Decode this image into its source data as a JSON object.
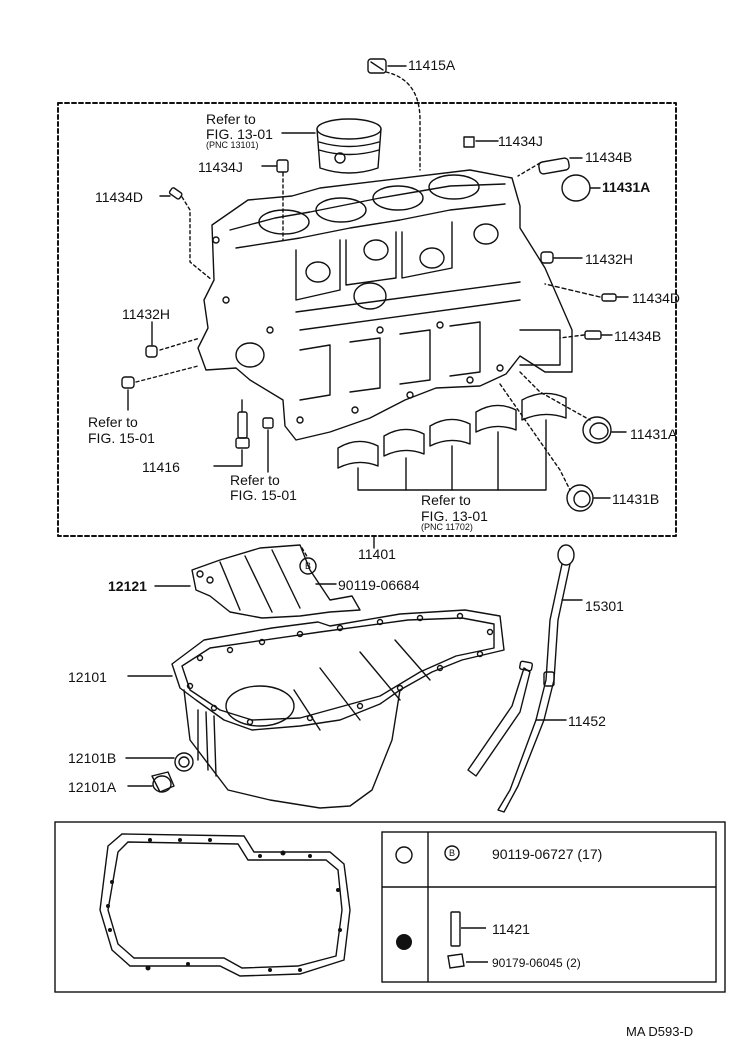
{
  "parts": {
    "p11415A": "11415A",
    "p11434J_top": "11434J",
    "p11434J_left": "11434J",
    "p11434B_top": "11434B",
    "p11431A_top": "11431A",
    "p11434D_left": "11434D",
    "p11432H_right": "11432H",
    "p11434D_right": "11434D",
    "p11432H_left": "11432H",
    "p11434B_right": "11434B",
    "p11431A_mid": "11431A",
    "p11416": "11416",
    "p11431B": "11431B",
    "p11401": "11401",
    "p12121": "12121",
    "p90119_06684": "90119-06684",
    "p15301": "15301",
    "p12101": "12101",
    "p11452": "11452",
    "p12101B": "12101B",
    "p12101A": "12101A"
  },
  "refs": {
    "piston_refer": "Refer to",
    "piston_fig": "FIG. 13-01",
    "piston_pnc": "(PNC 13101)",
    "left_refer": "Refer to",
    "left_fig": "FIG. 15-01",
    "mid_refer": "Refer to",
    "mid_fig": "FIG. 15-01",
    "bearing_refer": "Refer to",
    "bearing_fig": "FIG. 13-01",
    "bearing_pnc": "(PNC 11702)"
  },
  "legend": {
    "b_marker": "B",
    "row1_part": "90119-06727 (17)",
    "row2_part_a": "11421",
    "row2_part_b": "90179-06045 (2)"
  },
  "code": "MA  D593-D"
}
